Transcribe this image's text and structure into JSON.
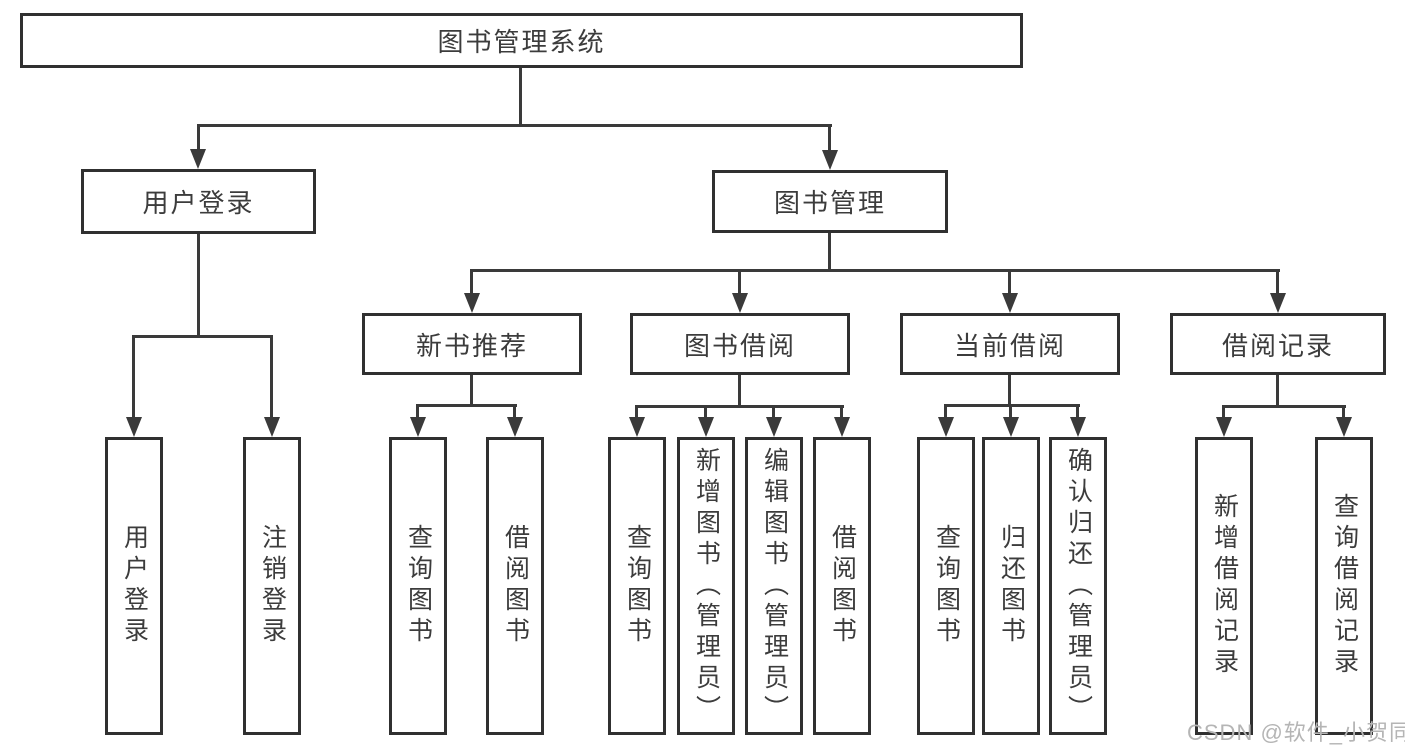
{
  "diagram_title": "图书管理系统",
  "watermark": "CSDN @软件_小贺同学",
  "colors": {
    "line": "#3a3a3a",
    "box_border": "#303030",
    "text": "#3c3c3c",
    "watermark": "#b5b5b5",
    "background": "#ffffff"
  },
  "tree": {
    "label": "图书管理系统",
    "children": [
      {
        "label": "用户登录",
        "children": [
          {
            "label": "用户登录"
          },
          {
            "label": "注销登录"
          }
        ]
      },
      {
        "label": "图书管理",
        "children": [
          {
            "label": "新书推荐",
            "children": [
              {
                "label": "查询图书"
              },
              {
                "label": "借阅图书"
              }
            ]
          },
          {
            "label": "图书借阅",
            "children": [
              {
                "label": "查询图书"
              },
              {
                "label": "新增图书（管理员）"
              },
              {
                "label": "编辑图书（管理员）"
              },
              {
                "label": "借阅图书"
              }
            ]
          },
          {
            "label": "当前借阅",
            "children": [
              {
                "label": "查询图书"
              },
              {
                "label": "归还图书"
              },
              {
                "label": "确认归还（管理员）"
              }
            ]
          },
          {
            "label": "借阅记录",
            "children": [
              {
                "label": "新增借阅记录"
              },
              {
                "label": "查询借阅记录"
              }
            ]
          }
        ]
      }
    ]
  }
}
